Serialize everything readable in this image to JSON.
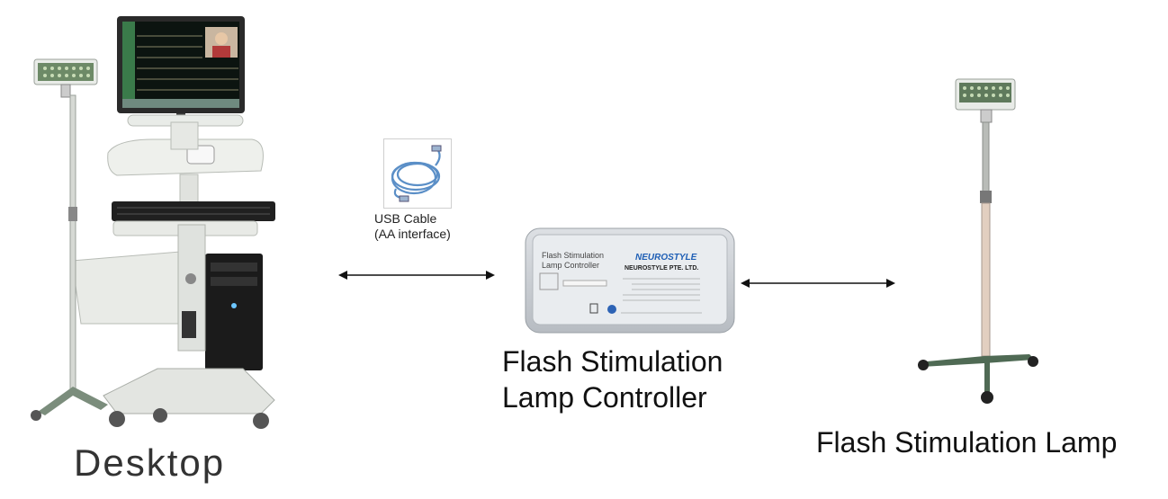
{
  "labels": {
    "desktop": "Desktop",
    "controller_line1": "Flash Stimulation",
    "controller_line2": "Lamp Controller",
    "lamp": "Flash Stimulation Lamp",
    "usb_line1": "USB Cable",
    "usb_line2": "(AA interface)"
  },
  "controller_panel": {
    "title_line1": "Flash Stimulation",
    "title_line2": "Lamp Controller",
    "brand": "NEUROSTYLE",
    "company": "NEUROSTYLE PTE. LTD."
  },
  "colors": {
    "arrow": "#111111",
    "lamp_green": "#5f7a5c",
    "cable_blue": "#5b8fc7",
    "brand_blue": "#1f5fb5"
  }
}
